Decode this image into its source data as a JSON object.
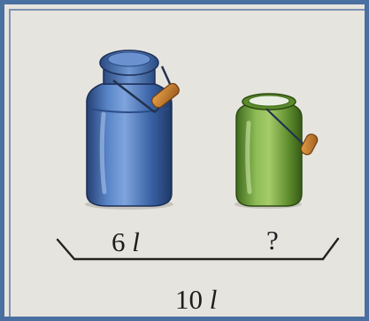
{
  "figure": {
    "containers": [
      {
        "id": "blue-can",
        "color": "#3f67a8",
        "amount": "6",
        "unit": "l"
      },
      {
        "id": "green-can",
        "color": "#6c9a3a",
        "amount": "?"
      }
    ],
    "total": {
      "amount": "10",
      "unit": "l"
    },
    "colors": {
      "frame_border": "#4a6fa1",
      "background": "#e6e4df",
      "brace": "#222222",
      "handle_grip": "#c57f2c"
    }
  }
}
